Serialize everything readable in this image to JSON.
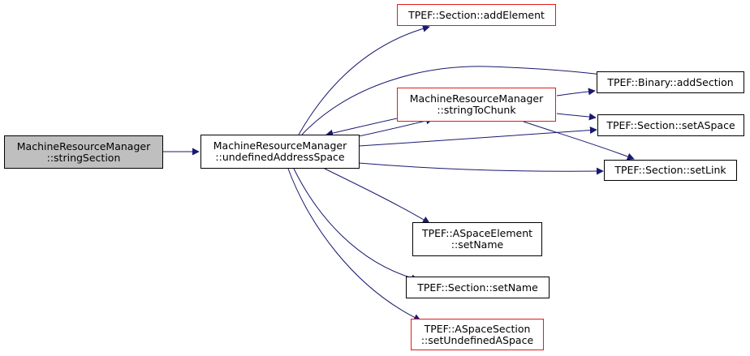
{
  "colors": {
    "edge": "#191970",
    "red_border": "#e31a1c",
    "focus_fill": "#bfbfbf"
  },
  "nodes": {
    "string_section": {
      "line1": "MachineResourceManager",
      "line2": "::stringSection"
    },
    "undefined_address_space": {
      "line1": "MachineResourceManager",
      "line2": "::undefinedAddressSpace"
    },
    "add_element": {
      "line1": "TPEF::Section::addElement"
    },
    "string_to_chunk": {
      "line1": "MachineResourceManager",
      "line2": "::stringToChunk"
    },
    "add_section": {
      "line1": "TPEF::Binary::addSection"
    },
    "set_a_space": {
      "line1": "TPEF::Section::setASpace"
    },
    "set_link": {
      "line1": "TPEF::Section::setLink"
    },
    "a_space_element_set_name": {
      "line1": "TPEF::ASpaceElement",
      "line2": "::setName"
    },
    "section_set_name": {
      "line1": "TPEF::Section::setName"
    },
    "set_undefined_a_space": {
      "line1": "TPEF::ASpaceSection",
      "line2": "::setUndefinedASpace"
    }
  }
}
